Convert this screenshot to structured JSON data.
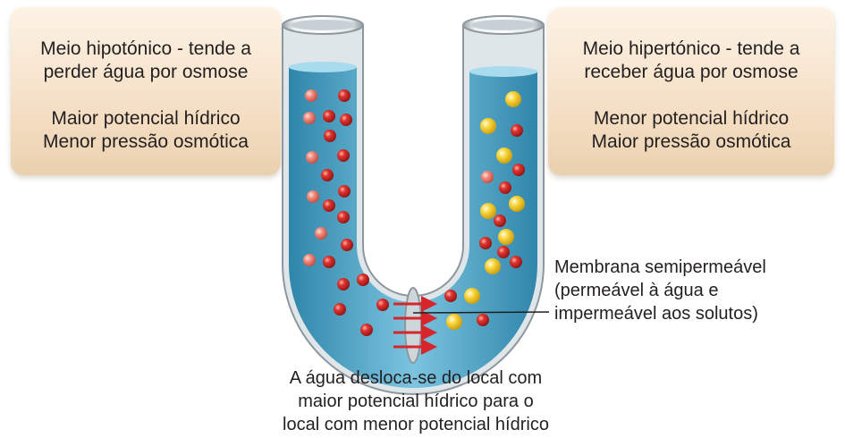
{
  "left_box": {
    "line1": "Meio hipotónico - tende a",
    "line2": "perder água por osmose",
    "line3": "Maior potencial hídrico",
    "line4": "Menor pressão osmótica"
  },
  "right_box": {
    "line1": "Meio hipertónico - tende a",
    "line2": "receber água por osmose",
    "line3": "Menor potencial hídrico",
    "line4": "Maior pressão osmótica"
  },
  "membrane": {
    "line1": "Membrana semipermeável",
    "line2": "(permeável à água e",
    "line3": "impermeável aos solutos)"
  },
  "water_flow": {
    "line1": "A água desloca-se do local com",
    "line2": "maior potencial hídrico para o",
    "line3": "local com menor potencial hídrico"
  },
  "colors": {
    "water": "#4aa8cc",
    "solvent_particle": "#d7262b",
    "solute_particle": "#f5c623",
    "arrow": "#d7262b",
    "box": "#f3dcc0"
  }
}
